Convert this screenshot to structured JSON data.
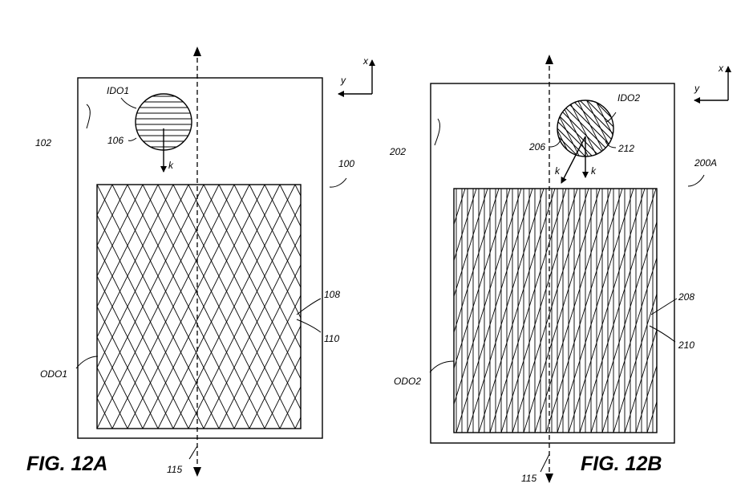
{
  "figure_a": {
    "caption": "FIG. 12A",
    "label_device": "100",
    "label_substrate": "102",
    "label_ido": "IDO1",
    "label_ido_ref": "106",
    "label_k": "k",
    "label_grating_1": "108",
    "label_grating_2": "110",
    "label_odo": "ODO1",
    "label_axis": "115",
    "axis_x": "x",
    "axis_y": "y"
  },
  "figure_b": {
    "caption": "FIG. 12B",
    "label_device": "200A",
    "label_substrate": "202",
    "label_ido": "IDO2",
    "label_ido_ref_1": "206",
    "label_ido_ref_2": "212",
    "label_k1": "k",
    "label_k2": "k",
    "label_grating_1": "208",
    "label_grating_2": "210",
    "label_odo": "ODO2",
    "label_axis": "115",
    "axis_x": "x",
    "axis_y": "y"
  }
}
